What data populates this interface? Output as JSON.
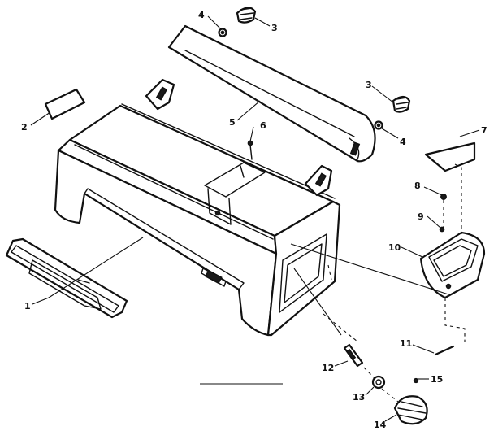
{
  "callouts": {
    "c1": "1",
    "c2": "2",
    "c3a": "3",
    "c3b": "3",
    "c4a": "4",
    "c4b": "4",
    "c5": "5",
    "c6": "6",
    "c7": "7",
    "c8": "8",
    "c9": "9",
    "c10": "10",
    "c11": "11",
    "c12": "12",
    "c13": "13",
    "c14": "14",
    "c15": "15"
  },
  "colors": {
    "ink": "#111111",
    "paper": "#ffffff"
  }
}
